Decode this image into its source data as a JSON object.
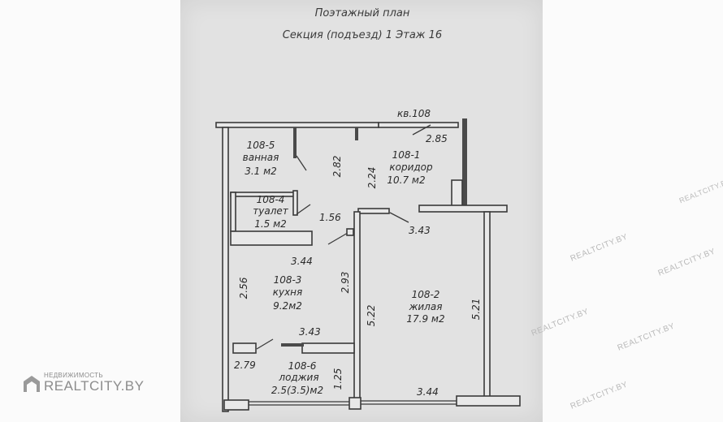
{
  "title": {
    "line1": "Поэтажный план",
    "line2": "Секция (подъезд) 1 Этаж 16"
  },
  "apartment": {
    "label": "кв.108"
  },
  "rooms": [
    {
      "id": "108-5",
      "name": "ванная",
      "area": "3.1 м2"
    },
    {
      "id": "108-1",
      "name": "коридор",
      "area": "10.7 м2"
    },
    {
      "id": "108-4",
      "name": "туалет",
      "area": "1.5 м2"
    },
    {
      "id": "108-3",
      "name": "кухня",
      "area": "9.2м2"
    },
    {
      "id": "108-2",
      "name": "жилая",
      "area": "17.9 м2"
    },
    {
      "id": "108-6",
      "name": "лоджия",
      "area": "2.5(3.5)м2"
    }
  ],
  "dimensions": {
    "d_285": "2.85",
    "d_282": "2.82",
    "d_224": "2.24",
    "d_156": "1.56",
    "d_343_top": "3.43",
    "d_344_mid": "3.44",
    "d_256": "2.56",
    "d_293": "2.93",
    "d_522": "5.22",
    "d_521": "5.21",
    "d_343_bottom": "3.43",
    "d_279": "2.79",
    "d_125": "1.25",
    "d_344_bottom": "3.44"
  },
  "watermark": {
    "brand_small": "НЕДВИЖИМОСТЬ",
    "brand_big": "REALTCITY.BY",
    "repeated": "REALTCITY.BY"
  }
}
